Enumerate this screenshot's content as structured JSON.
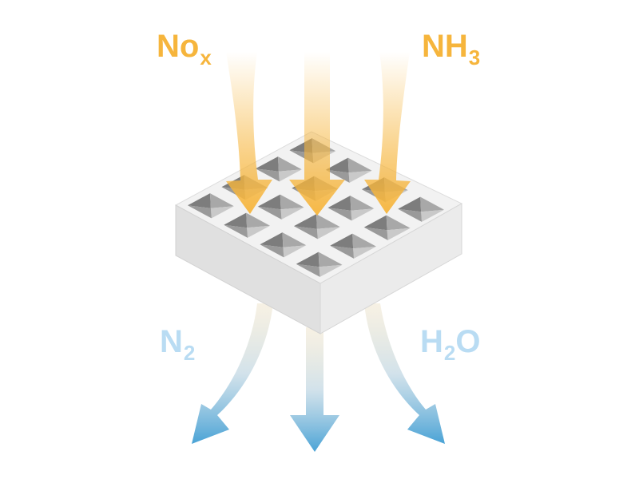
{
  "diagram": {
    "inputs": [
      {
        "base": "No",
        "sub": "x"
      },
      {
        "base": "NH",
        "sub": "3"
      }
    ],
    "outputs": [
      {
        "base": "N",
        "sub": "2"
      },
      {
        "pre": "H",
        "sub": "2",
        "post": "O"
      }
    ],
    "colors": {
      "input_arrow": "#f6b53c",
      "input_label": "#f6b53c",
      "output_arrow": "#5aa9d6",
      "output_label": "#b9dcf3",
      "catalyst_top": "#f2f2f2",
      "catalyst_left": "#e0e0e0",
      "catalyst_right": "#ebebeb"
    },
    "icons": [
      "catalyst-honeycomb-icon",
      "down-arrow-icon"
    ]
  }
}
